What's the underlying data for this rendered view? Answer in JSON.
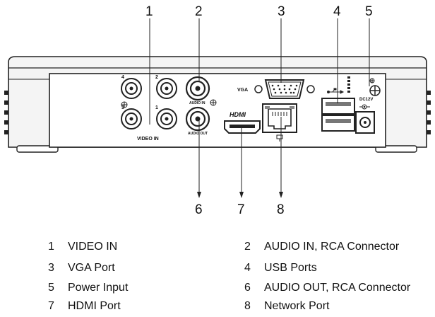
{
  "callouts": [
    "1",
    "2",
    "3",
    "4",
    "5",
    "6",
    "7",
    "8"
  ],
  "panel_labels": {
    "video_in": "VIDEO IN",
    "audio_in": "AUDIO IN",
    "audio_out": "AUDIO OUT",
    "vga": "VGA",
    "hdmi": "HDMI",
    "dc": "DC12V",
    "bnc_top_left": "4",
    "bnc_top_right": "2",
    "bnc_bottom_left": "3",
    "bnc_bottom_right": "1"
  },
  "legend": [
    {
      "num": "1",
      "label": "VIDEO IN"
    },
    {
      "num": "2",
      "label": "AUDIO IN, RCA Connector"
    },
    {
      "num": "3",
      "label": "VGA Port"
    },
    {
      "num": "4",
      "label": "USB Ports"
    },
    {
      "num": "5",
      "label": "Power Input"
    },
    {
      "num": "6",
      "label": "AUDIO OUT, RCA Connector"
    },
    {
      "num": "7",
      "label": "HDMI Port"
    },
    {
      "num": "8",
      "label": "Network Port"
    }
  ]
}
